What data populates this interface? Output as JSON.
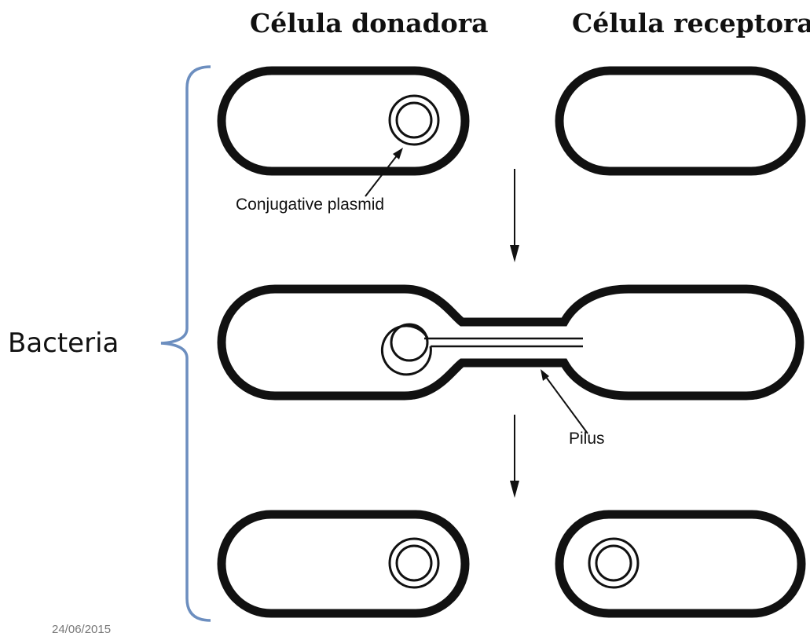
{
  "headings": {
    "donor": "Célula donadora",
    "recipient": "Célula receptora"
  },
  "labels": {
    "plasmid": "Conjugative plasmid",
    "pilus": "Pilus",
    "group": "Bacteria"
  },
  "footer": {
    "date": "24/06/2015"
  },
  "colors": {
    "outline": "#111111",
    "bracket": "#6c8ebf",
    "background": "#ffffff"
  }
}
